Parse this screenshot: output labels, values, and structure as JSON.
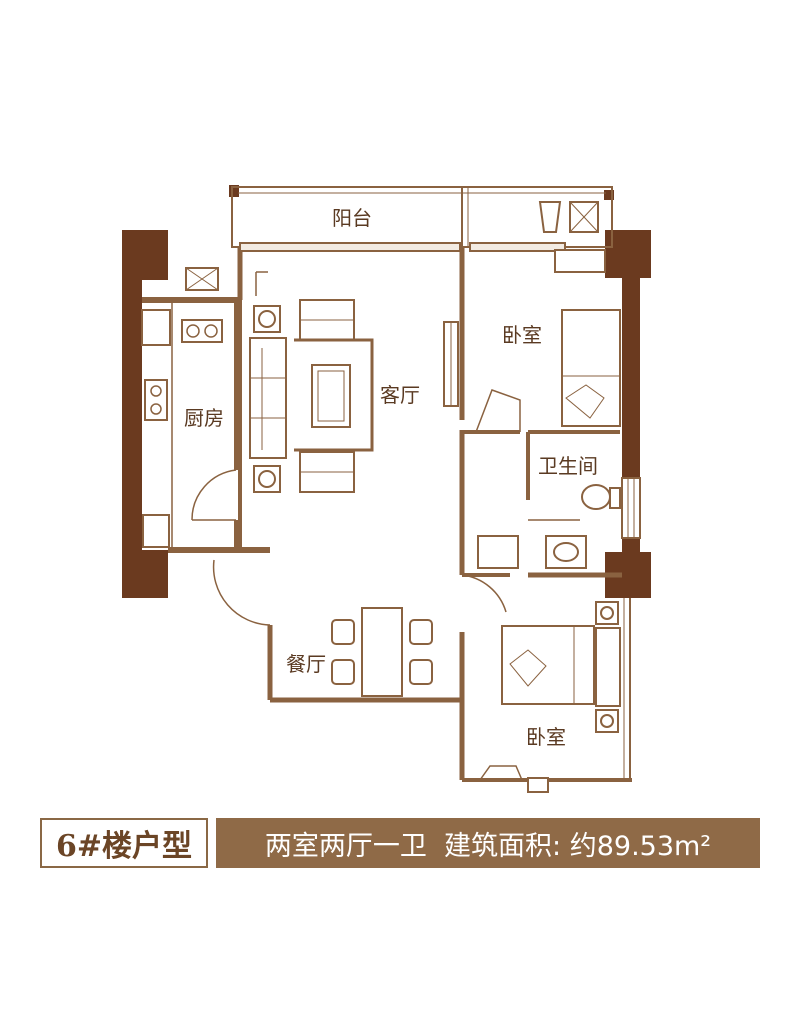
{
  "rooms": {
    "balcony": "阳台",
    "living_room": "客厅",
    "bedroom_top": "卧室",
    "kitchen": "厨房",
    "bathroom": "卫生间",
    "dining_room": "餐厅",
    "bedroom_bottom": "卧室"
  },
  "caption": {
    "unit_type": "6#楼户型",
    "layout": "两室两厅一卫",
    "area_label": "建筑面积: 约89.53m²"
  },
  "colors": {
    "wall_dark": "#6b3a1f",
    "line": "#8a6240",
    "fill_light": "#f3ebe2",
    "caption_bg": "#8f6a47"
  }
}
